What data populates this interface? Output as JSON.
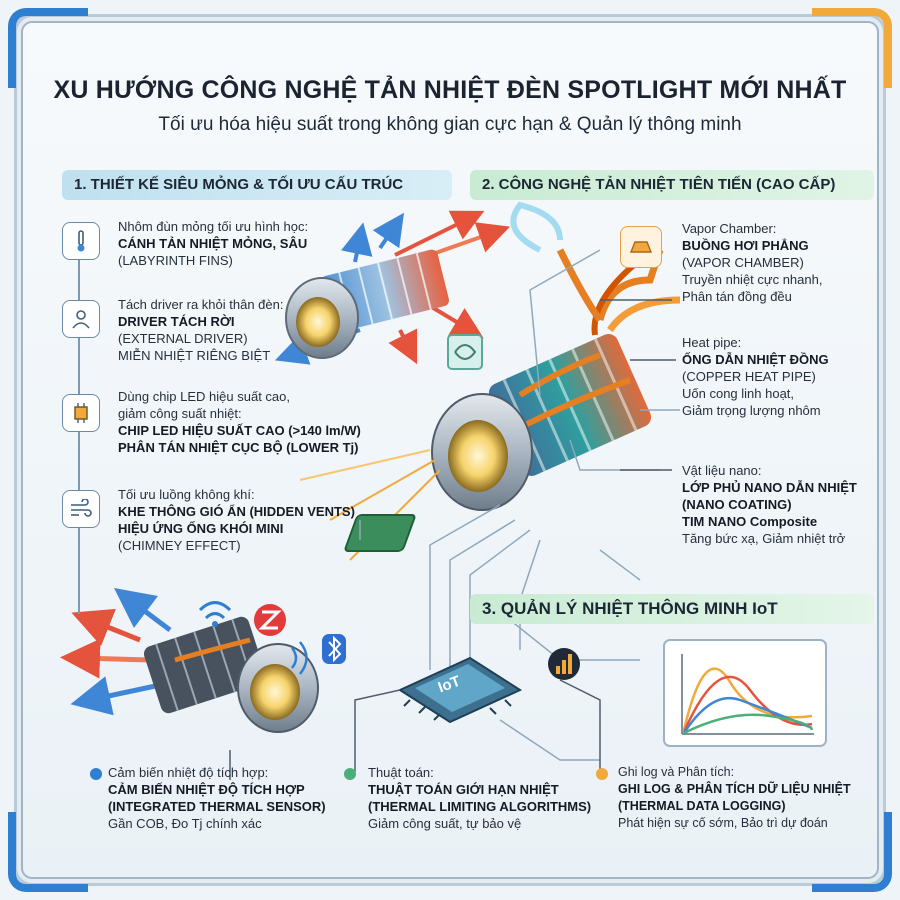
{
  "header": {
    "title": "XU HƯỚNG CÔNG NGHỆ TẢN NHIỆT ĐÈN SPOTLIGHT MỚI NHẤT",
    "subtitle": "Tối ưu hóa hiệu suất trong không gian cực hạn & Quản lý thông minh"
  },
  "section1": {
    "heading": "1. THIẾT KẾ SIÊU MỎNG & TỐI ƯU CẤU TRÚC",
    "items": [
      {
        "icon": "thermometer-icon",
        "lines": [
          "Nhôm đùn mỏng tối ưu hình học:"
        ],
        "bold": [
          "CÁNH TẢN NHIỆT MỎNG, SÂU"
        ],
        "after": [
          "(LABYRINTH FINS)"
        ]
      },
      {
        "icon": "person-icon",
        "lines": [
          "Tách driver ra khỏi thân đèn:"
        ],
        "bold": [
          "DRIVER TÁCH RỜI"
        ],
        "after": [
          "(EXTERNAL DRIVER)",
          "MIỄN NHIỆT RIÊNG BIỆT"
        ]
      },
      {
        "icon": "chip-icon",
        "lines": [
          "Dùng chip LED hiệu suất cao,",
          "giảm công suất nhiệt:"
        ],
        "bold": [
          "CHIP LED HIỆU SUẤT CAO (>140 lm/W)",
          "PHÂN TÁN NHIỆT CỤC BỘ (LOWER Tj)"
        ],
        "after": []
      },
      {
        "icon": "airflow-icon",
        "lines": [
          "Tối ưu luồng không khí:"
        ],
        "bold": [
          "KHE THÔNG GIÓ ẨN (HIDDEN VENTS)",
          "HIỆU ỨNG ỐNG KHÓI MINI"
        ],
        "after": [
          "(CHIMNEY EFFECT)"
        ]
      }
    ]
  },
  "section2": {
    "heading": "2. CÔNG NGHỆ TẢN NHIỆT TIÊN TIẾN (CAO CẤP)",
    "items": [
      {
        "lines": [
          "Vapor Chamber:"
        ],
        "bold": [
          "BUỒNG HƠI PHẲNG"
        ],
        "after": [
          "(VAPOR CHAMBER)",
          "Truyền nhiệt cực nhanh,",
          "Phân tán đồng đều"
        ]
      },
      {
        "lines": [
          "Heat pipe:"
        ],
        "bold": [
          "ỐNG DẪN NHIỆT ĐỒNG"
        ],
        "after": [
          "(COPPER HEAT PIPE)",
          "Uốn cong linh hoạt,",
          "Giảm trọng lượng nhôm"
        ]
      },
      {
        "lines": [
          "Vật liệu nano:"
        ],
        "bold": [
          "LỚP PHỦ NANO DẪN NHIỆT",
          "(NANO COATING)",
          "TIM NANO Composite"
        ],
        "after": [
          "Tăng bức xạ, Giảm nhiệt trở"
        ]
      }
    ]
  },
  "section3": {
    "heading": "3. QUẢN LÝ NHIỆT THÔNG MINH IoT",
    "chip_label": "IoT",
    "items": [
      {
        "lines": [
          "Cảm biến nhiệt độ tích hợp:"
        ],
        "bold": [
          "CẢM BIẾN NHIỆT ĐỘ TÍCH HỢP",
          "(INTEGRATED THERMAL SENSOR)"
        ],
        "after": [
          "Gần COB, Đo Tj chính xác"
        ]
      },
      {
        "lines": [
          "Thuật toán:"
        ],
        "bold": [
          "THUẬT TOÁN GIỚI HẠN NHIỆT",
          "(THERMAL LIMITING ALGORITHMS)"
        ],
        "after": [
          "Giảm công suất, tự bảo vệ"
        ]
      },
      {
        "lines": [
          "Ghi log và Phân tích:"
        ],
        "bold": [
          "GHI LOG & PHÂN TÍCH DỮ LIỆU NHIỆT",
          "(THERMAL DATA LOGGING)"
        ],
        "after": [
          "Phát hiện sự cố sớm, Bảo trì dự đoán"
        ]
      }
    ]
  },
  "colors": {
    "blue": "#2f7fd1",
    "orange": "#f2a93b",
    "red": "#e5533d",
    "green": "#4caf7a",
    "copper": "#e67e22"
  }
}
